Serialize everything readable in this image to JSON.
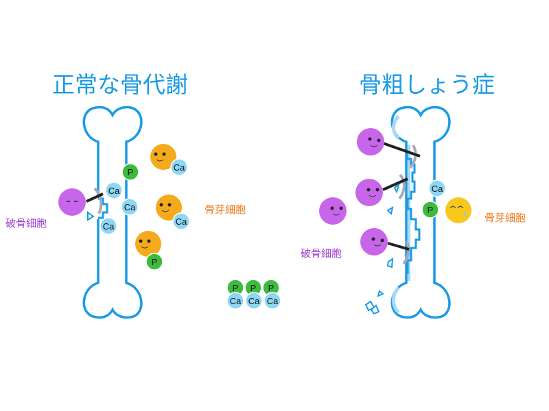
{
  "titles": {
    "normal": "正常な骨代謝",
    "osteoporosis": "骨粗しょう症"
  },
  "labels": {
    "osteoclast_left": "破骨細胞",
    "osteoblast_left": "骨芽細胞",
    "osteoclast_right": "破骨細胞",
    "osteoblast_right": "骨芽細胞"
  },
  "molecules": {
    "calcium": "Ca",
    "phosphorus": "P"
  },
  "colors": {
    "bone_outline": "#1a9be6",
    "osteoclast": "#c766ea",
    "osteoblast": "#f5aa1c",
    "osteoblast_sad": "#f8c81e",
    "calcium": "#8dd6f4",
    "phosphorus": "#3dbb3d"
  }
}
